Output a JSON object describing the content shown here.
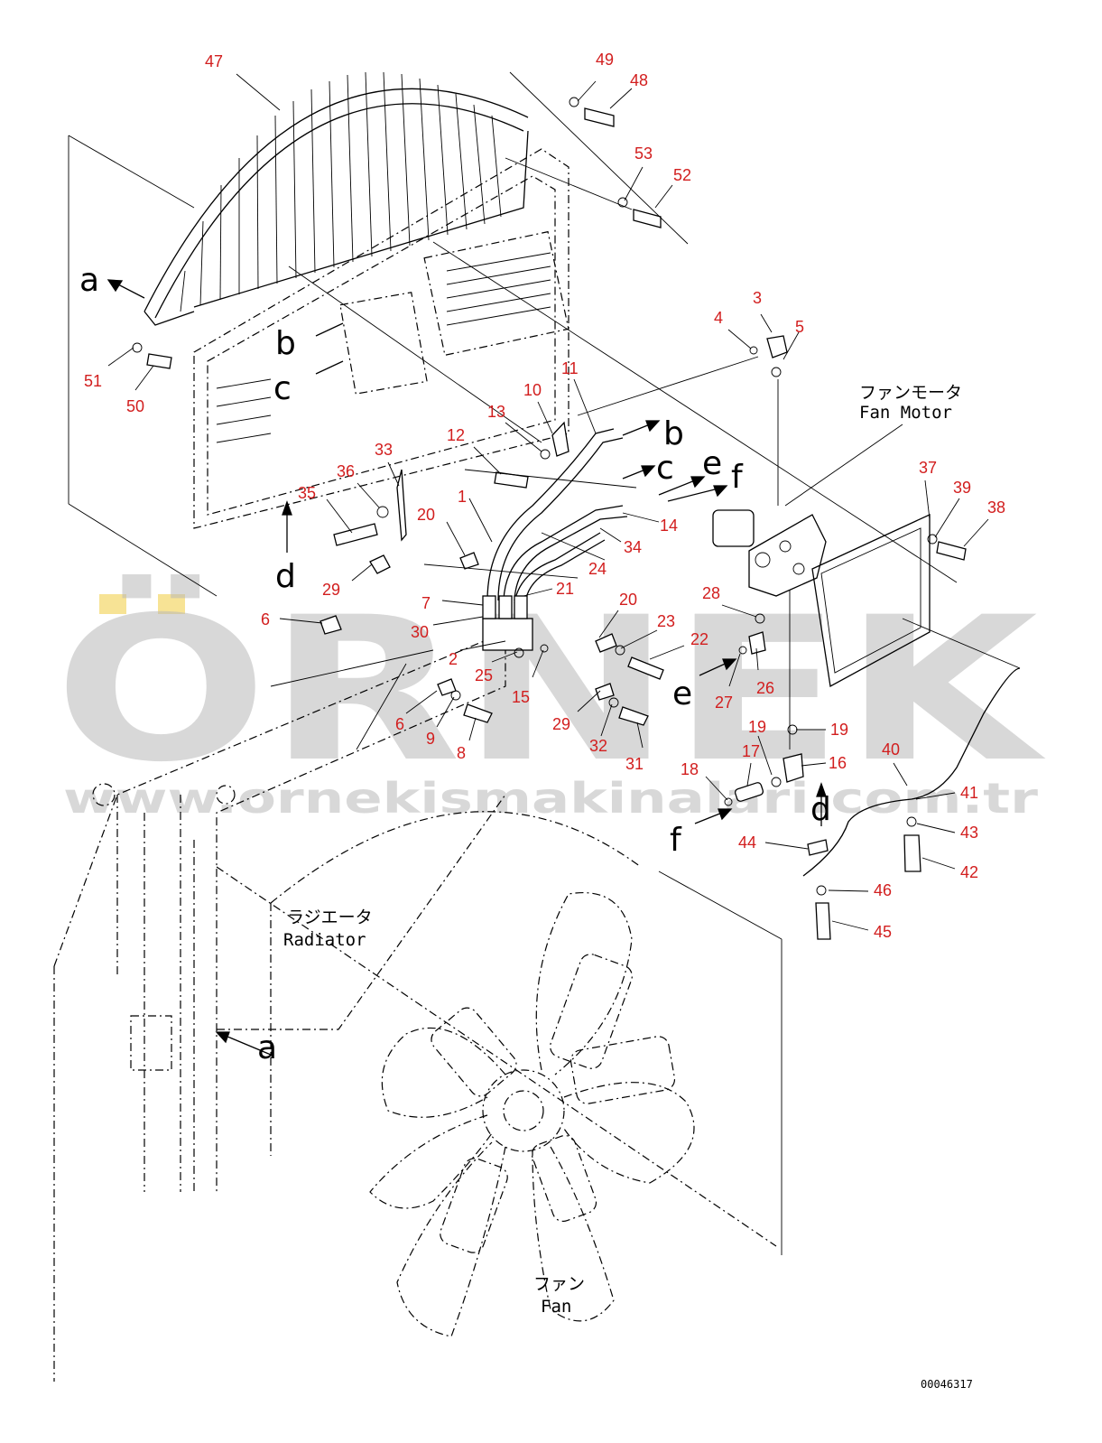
{
  "captions": {
    "fan_motor_jp": "ファンモータ",
    "fan_motor_en": "Fan Motor",
    "radiator_jp": "ラジエータ",
    "radiator_en": "Radiator",
    "fan_jp": "ファン",
    "fan_en": "Fan"
  },
  "drawing_number": "00046317",
  "watermark": {
    "brand": "ÖRNEK",
    "url": "www.ornekismakinalari.com.tr",
    "color": "#b9b9b9",
    "accent_color": "#f5dc7a"
  },
  "part_number_color": "#d21e1e",
  "part_numbers": [
    "47",
    "49",
    "48",
    "53",
    "52",
    "51",
    "50",
    "3",
    "4",
    "5",
    "11",
    "10",
    "13",
    "12",
    "33",
    "36",
    "35",
    "1",
    "20",
    "14",
    "34",
    "24",
    "29",
    "6",
    "7",
    "21",
    "30",
    "2",
    "25",
    "15",
    "20",
    "23",
    "22",
    "28",
    "26",
    "27",
    "6",
    "9",
    "8",
    "29",
    "32",
    "31",
    "19",
    "19",
    "17",
    "16",
    "18",
    "41",
    "40",
    "43",
    "42",
    "44",
    "46",
    "45",
    "37",
    "39",
    "38"
  ],
  "reference_letters": [
    "a",
    "b",
    "c",
    "d",
    "b",
    "c",
    "e",
    "f",
    "e",
    "f",
    "d",
    "a"
  ]
}
